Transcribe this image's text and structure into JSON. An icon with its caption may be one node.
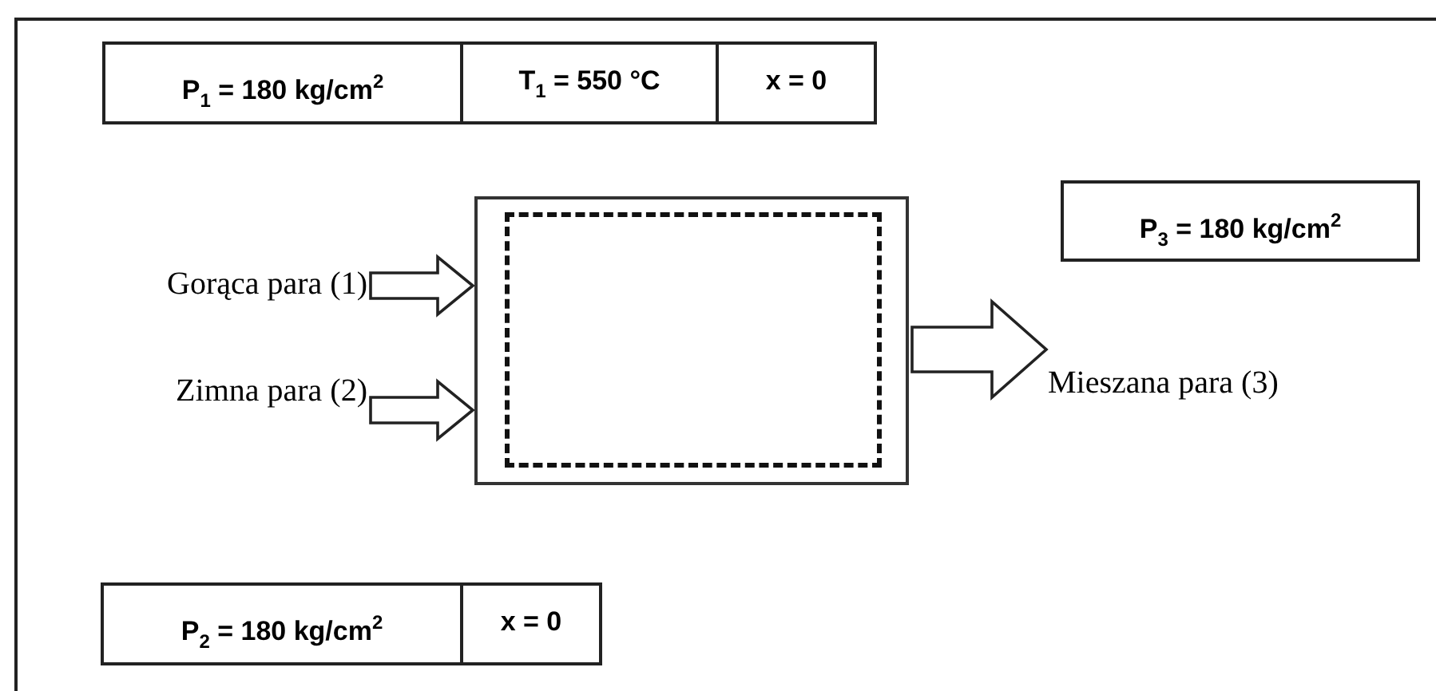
{
  "diagram": {
    "nodes": [
      {
        "text": [
          "Gorąca para (1)"
        ]
      },
      {
        "text": [
          "Zimna para (2)"
        ]
      },
      {
        "text": [],
        "shape": "box"
      },
      {
        "text": [
          "Mieszana para (3)"
        ]
      }
    ],
    "edges": [
      {
        "from": 0,
        "to": 2,
        "arrow": "to"
      },
      {
        "from": 1,
        "to": 2,
        "arrow": "to"
      },
      {
        "from": 2,
        "to": 3,
        "arrow": "to"
      }
    ],
    "labels": [
      "P$_{1}$ = 180 kg/cm$^{2}$",
      "T$_{1}$ = 550 °C",
      "x = 0",
      "P$_{3}$ = 180 kg/cm$^{2}$",
      "P$_{2}$ = 180 kg/cm$^{2}$",
      "x = 0"
    ]
  }
}
